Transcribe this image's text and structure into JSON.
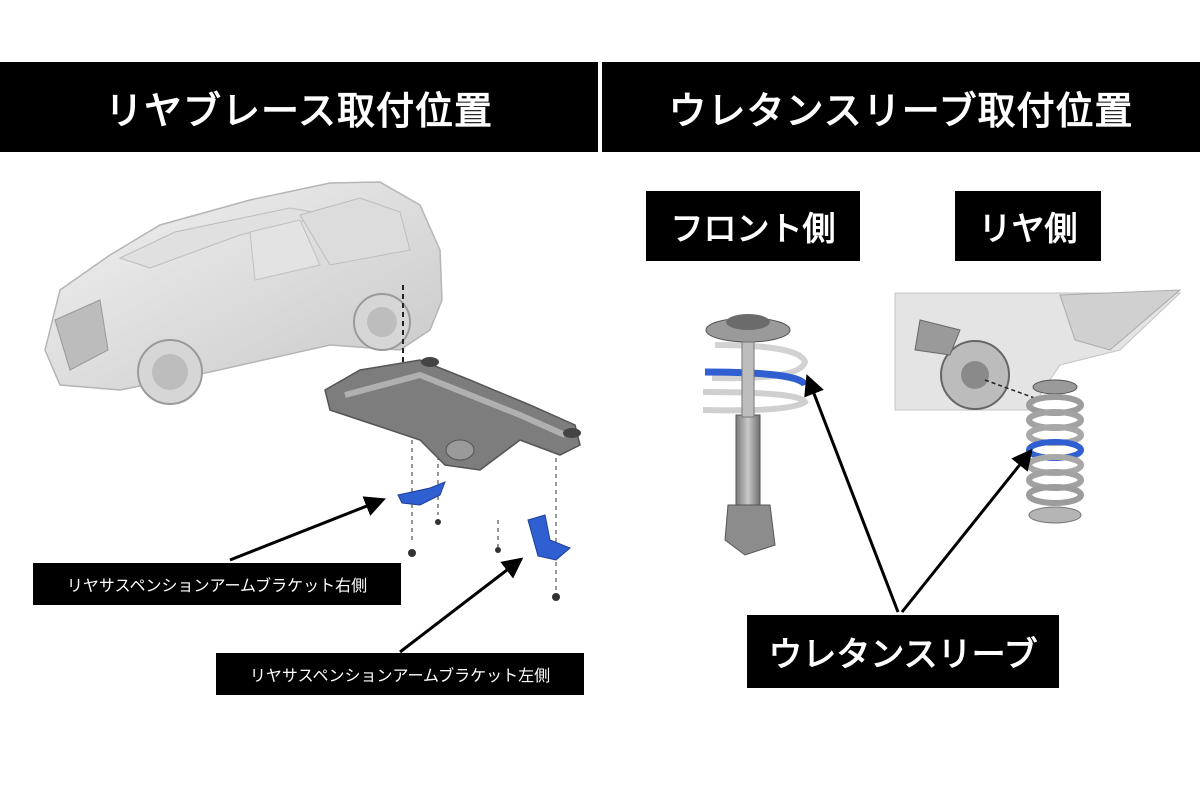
{
  "headers": {
    "left": "リヤブレース取付位置",
    "right": "ウレタンスリーブ取付位置"
  },
  "labels": {
    "front_side": "フロント側",
    "rear_side": "リヤ側",
    "urethane_sleeve": "ウレタンスリーブ",
    "bracket_right": "リヤサスペンションアームブラケット右側",
    "bracket_left": "リヤサスペンションアームブラケット左側"
  },
  "colors": {
    "header_bg": "#000000",
    "part_blue": "#2f5fd0",
    "render_gray": "#d9d9d9"
  },
  "icons": [
    "car-illustration",
    "subframe-illustration",
    "bracket-illustration",
    "front-strut-illustration",
    "rear-spring-illustration",
    "brake-disc-illustration"
  ]
}
